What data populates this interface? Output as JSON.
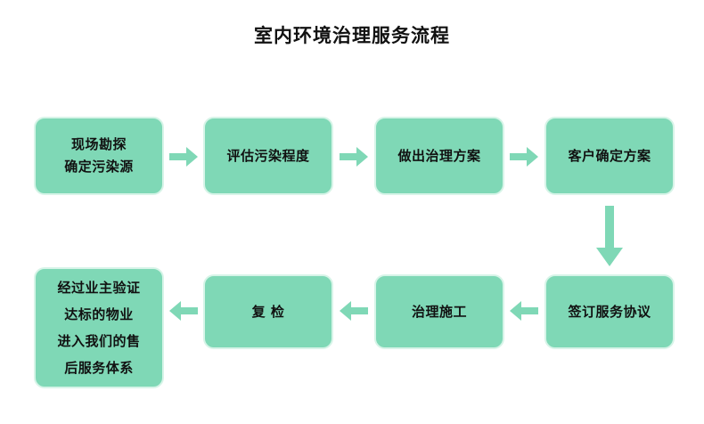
{
  "title": "室内环境治理服务流程",
  "colors": {
    "node_fill": "#7fd8b6",
    "node_border": "#d7f4e8",
    "arrow": "#7fd8b6",
    "text": "#111111",
    "background": "#ffffff"
  },
  "flow": {
    "nodes": [
      {
        "id": "site-survey",
        "label": "现场勘探\n确定污染源",
        "row": 1,
        "order": 1
      },
      {
        "id": "assess-pollution",
        "label": "评估污染程度",
        "row": 1,
        "order": 2
      },
      {
        "id": "make-plan",
        "label": "做出治理方案",
        "row": 1,
        "order": 3
      },
      {
        "id": "client-confirm",
        "label": "客户确定方案",
        "row": 1,
        "order": 4
      },
      {
        "id": "sign-agreement",
        "label": "签订服务协议",
        "row": 2,
        "order": 1
      },
      {
        "id": "treatment-work",
        "label": "治理施工",
        "row": 2,
        "order": 2
      },
      {
        "id": "re-inspection",
        "label": "复 检",
        "row": 2,
        "order": 3
      },
      {
        "id": "after-sales",
        "label": "经过业主验证\n达标的物业\n进入我们的售\n后服务体系",
        "row": 2,
        "order": 4
      }
    ],
    "arrows": [
      {
        "id": "arrow-1",
        "from": "site-survey",
        "to": "assess-pollution",
        "direction": "right"
      },
      {
        "id": "arrow-2",
        "from": "assess-pollution",
        "to": "make-plan",
        "direction": "right"
      },
      {
        "id": "arrow-3",
        "from": "make-plan",
        "to": "client-confirm",
        "direction": "right"
      },
      {
        "id": "arrow-4",
        "from": "client-confirm",
        "to": "sign-agreement",
        "direction": "down"
      },
      {
        "id": "arrow-5",
        "from": "sign-agreement",
        "to": "treatment-work",
        "direction": "left"
      },
      {
        "id": "arrow-6",
        "from": "treatment-work",
        "to": "re-inspection",
        "direction": "left"
      },
      {
        "id": "arrow-7",
        "from": "re-inspection",
        "to": "after-sales",
        "direction": "left"
      }
    ]
  }
}
